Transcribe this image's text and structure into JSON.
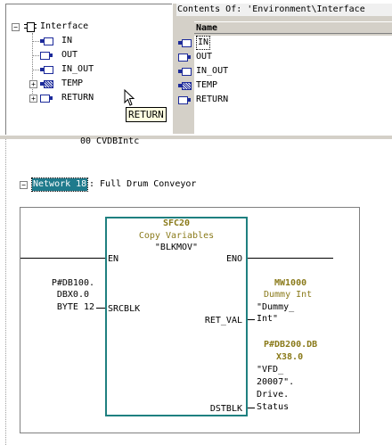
{
  "interface_tree": {
    "root": "Interface",
    "items": [
      {
        "label": "IN",
        "expander": ""
      },
      {
        "label": "OUT",
        "expander": ""
      },
      {
        "label": "IN_OUT",
        "expander": ""
      },
      {
        "label": "TEMP",
        "expander": "+"
      },
      {
        "label": "RETURN",
        "expander": "+"
      }
    ],
    "root_expander": "−",
    "tooltip": "RETURN"
  },
  "contents": {
    "title": "Contents Of: 'Environment\\Interface",
    "column_header": "Name",
    "rows": [
      {
        "label": "IN",
        "icon": "param-in-icon",
        "selected": true
      },
      {
        "label": "OUT",
        "icon": "param-out-icon",
        "selected": false
      },
      {
        "label": "IN_OUT",
        "icon": "param-inout-icon",
        "selected": false
      },
      {
        "label": "TEMP",
        "icon": "param-temp-icon",
        "selected": false
      },
      {
        "label": "RETURN",
        "icon": "param-return-icon",
        "selected": false
      }
    ]
  },
  "ladder": {
    "prev_stub": "00 CVDBIntc",
    "network": {
      "collapse": "−",
      "label": "Network 18",
      "title": ": Full Drum Conveyor"
    },
    "block": {
      "name": "SFC20",
      "description": "Copy Variables",
      "mnemonic": "\"BLKMOV\"",
      "pin_en": "EN",
      "pin_eno": "ENO",
      "pin_srcblk": "SRCBLK",
      "pin_ret_val": "RET_VAL",
      "pin_dstblk": "DSTBLK"
    },
    "srcblk_operand": [
      "P#DB100.",
      "DBX0.0",
      "BYTE 12"
    ],
    "ret_val_operand": {
      "address": "MW1000",
      "comment": "Dummy Int",
      "symbol": [
        "\"Dummy_",
        "Int\""
      ]
    },
    "dstblk_operand": {
      "address": [
        "P#DB200.DB",
        "X38.0"
      ],
      "symbol": [
        "\"VFD_",
        "20007\".",
        "Drive.",
        "Status"
      ]
    }
  },
  "colors": {
    "network_label_bg": "#1f7a8c",
    "block_border": "#1f8080",
    "operand_olive": "#8a7a1a",
    "param_icon_blue": "#1c2a9a",
    "tooltip_bg": "#ffffe1"
  }
}
